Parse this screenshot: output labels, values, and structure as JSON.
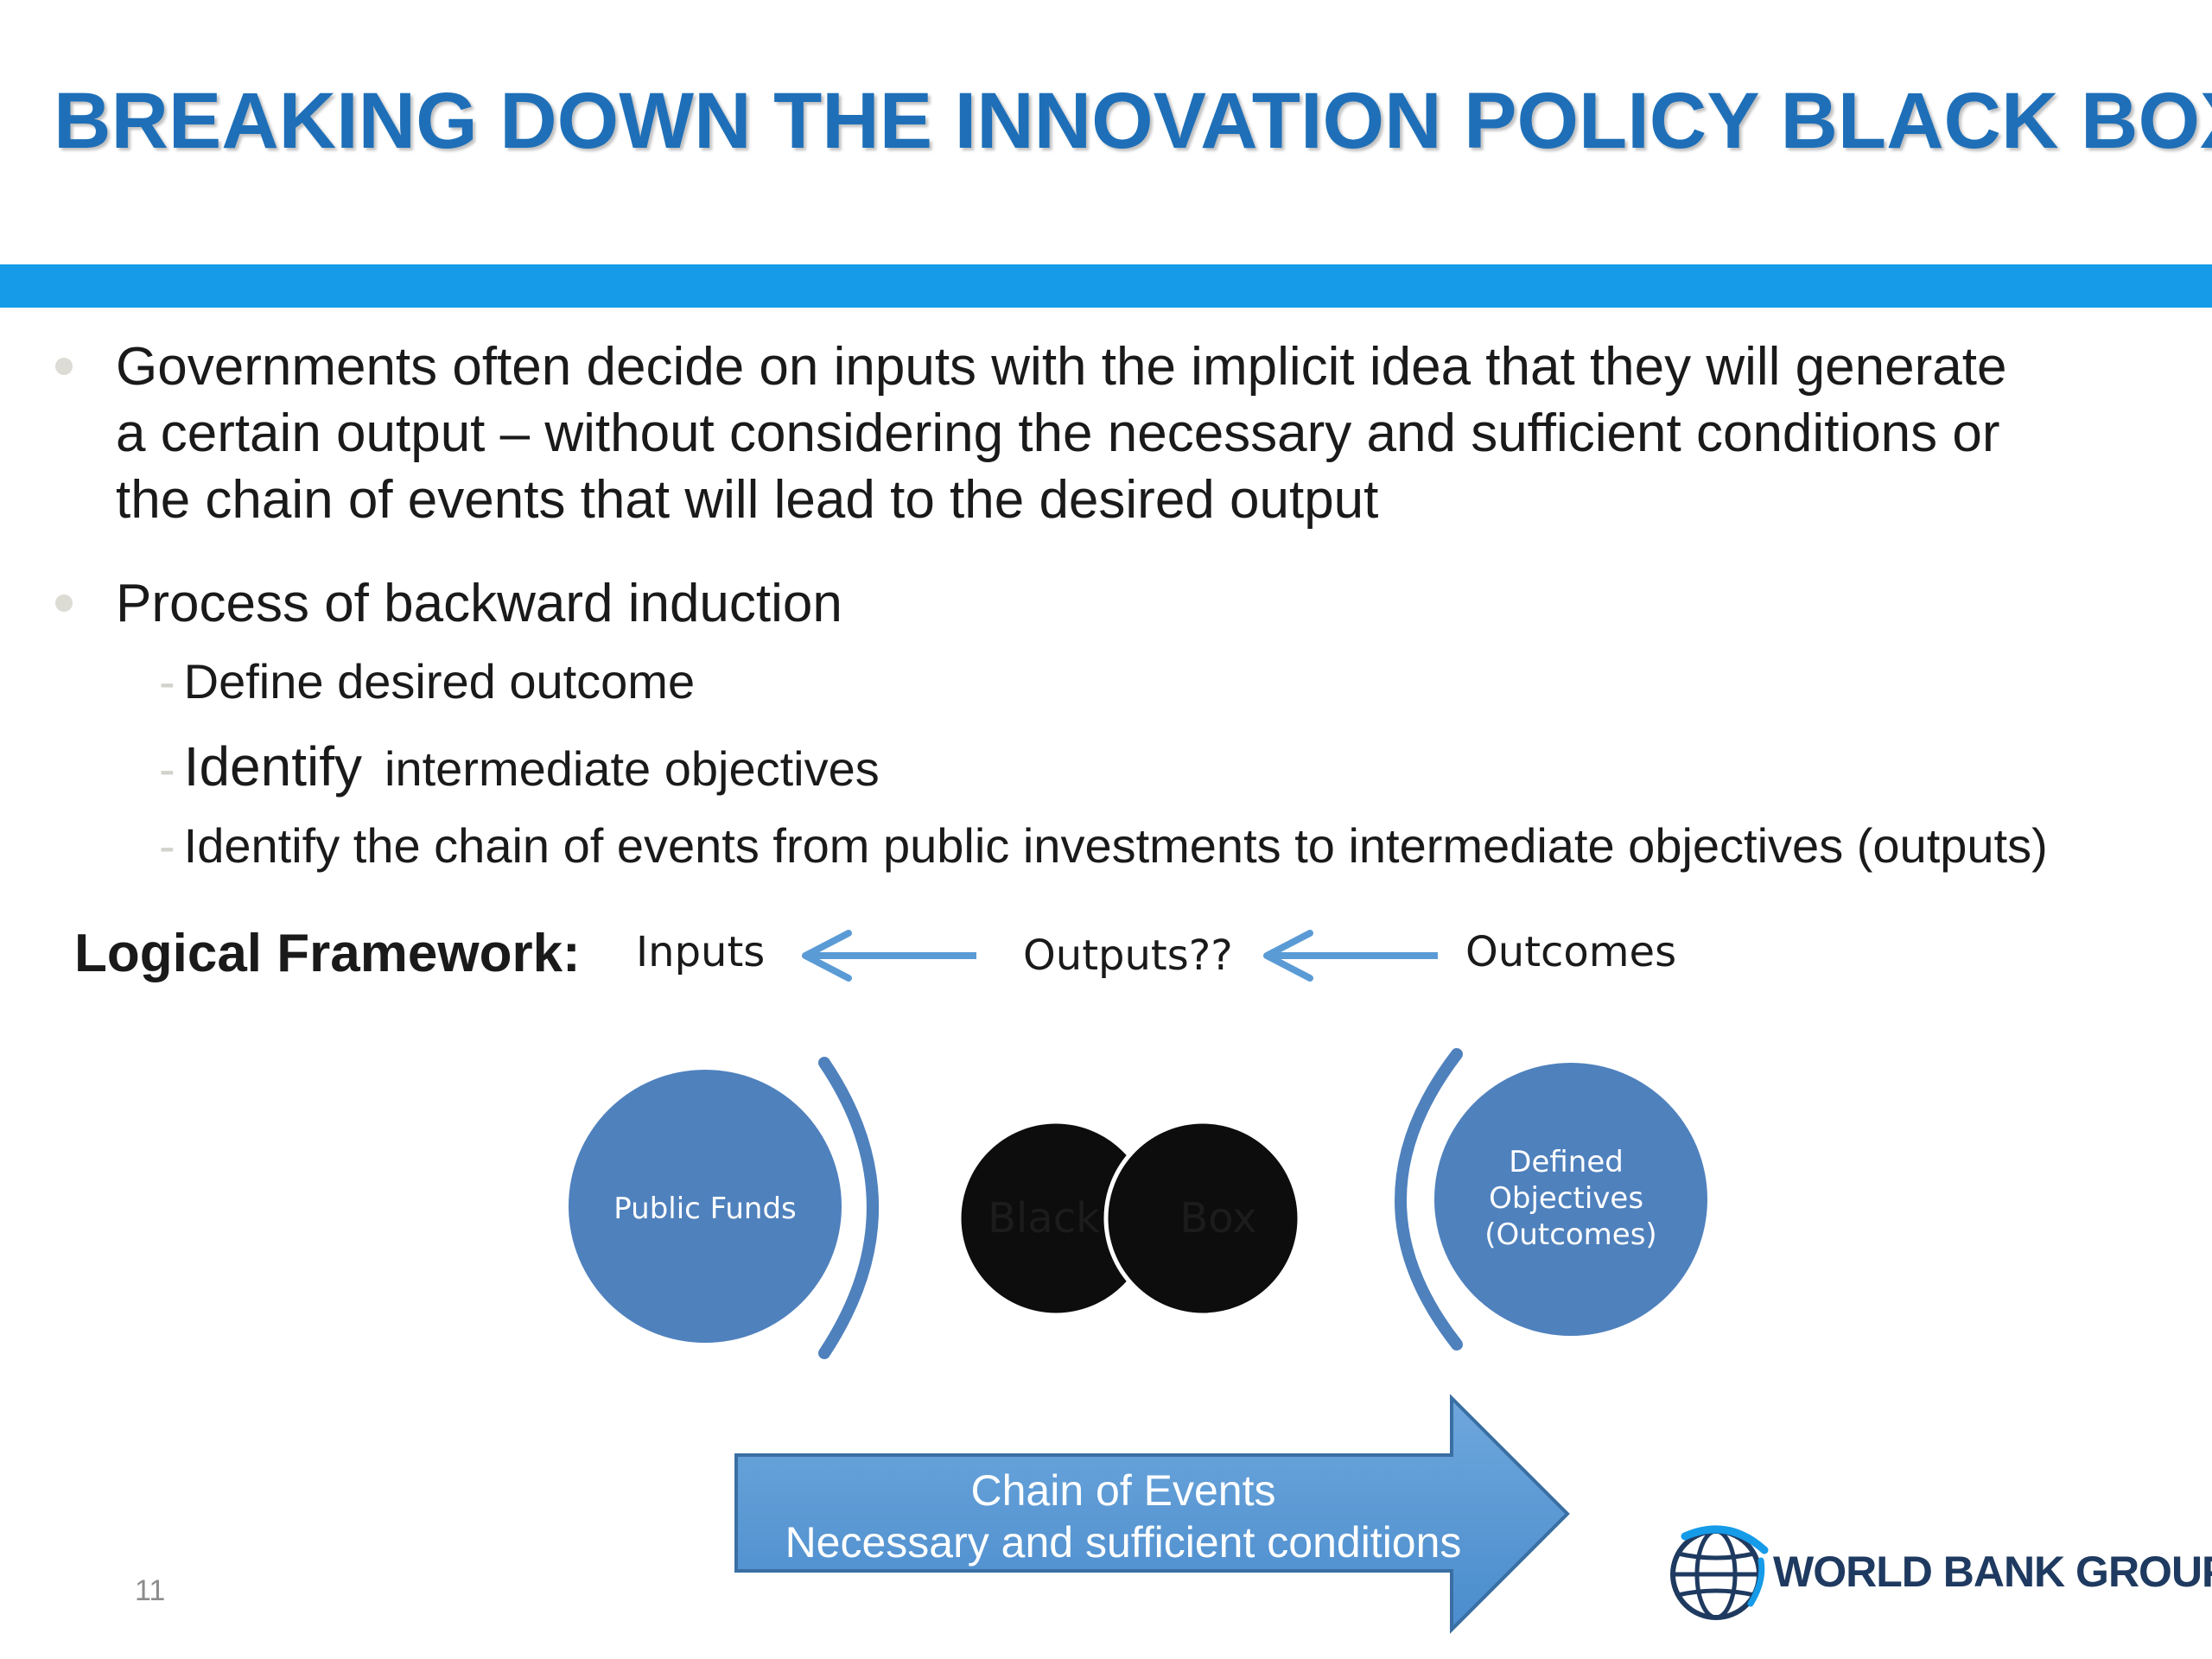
{
  "slide": {
    "title": "BREAKING DOWN THE INNOVATION POLICY BLACK BOX",
    "page_number": "11",
    "colors": {
      "title": "#1e6fb8",
      "bar": "#159be8",
      "circle": "#4f81bd",
      "arrow": "#5b9bd5"
    }
  },
  "bullets": [
    {
      "lines": [
        "Governments often decide on inputs with the implicit idea that they will generate",
        "a certain output – without considering the necessary and sufficient conditions or",
        "the chain of events that will lead to the desired output"
      ]
    },
    {
      "lines": [
        "Process of backward induction"
      ],
      "sub_items": [
        {
          "text": "Define desired outcome"
        },
        {
          "lead": "Identify",
          "text": "intermediate objectives"
        },
        {
          "text": "Identify the chain of events from public investments to intermediate objectives (outputs)"
        }
      ]
    }
  ],
  "framework": {
    "label": "Logical Framework:",
    "inputs": "Inputs",
    "outputs": "Outputs??",
    "outcomes": "Outcomes"
  },
  "diagram": {
    "public_funds": "Public Funds",
    "black": "Black",
    "box": "Box",
    "objectives_lines": [
      "Defined",
      "Objectives",
      "(Outcomes)"
    ],
    "chain_line1": "Chain of Events",
    "chain_line2": "Necessary and sufficient conditions"
  },
  "logo": {
    "text": "WORLD BANK GROUP",
    "icon": "globe-icon"
  }
}
